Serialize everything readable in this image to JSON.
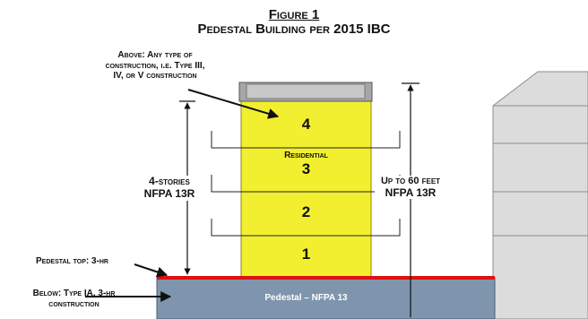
{
  "figure": {
    "label": "Figure 1",
    "title": "Pedestal Building per 2015 IBC"
  },
  "annotations": {
    "above_line1": "Above: Any type of",
    "above_line2": "construction, i.e. Type III,",
    "above_line3": "IV, or V construction",
    "stories_line1": "4-stories",
    "stories_line2": "NFPA 13R",
    "height_line1": "Up to 60 feet",
    "height_line2": "NFPA 13R",
    "pedestal_top": "Pedestal top: 3-hr",
    "below_line1": "Below: Type IA, 3-hr",
    "below_line2": "construction"
  },
  "building": {
    "floors": [
      "1",
      "2",
      "3",
      "4"
    ],
    "use_label": "Residential",
    "pedestal_label": "Pedestal – NFPA 13"
  },
  "colors": {
    "floor_fill": "#f2ef30",
    "pedestal_fill": "#7f95ad",
    "separation_line": "#e01010",
    "roof": "#a6a6a6",
    "neighbor": "#d6d6d6"
  }
}
